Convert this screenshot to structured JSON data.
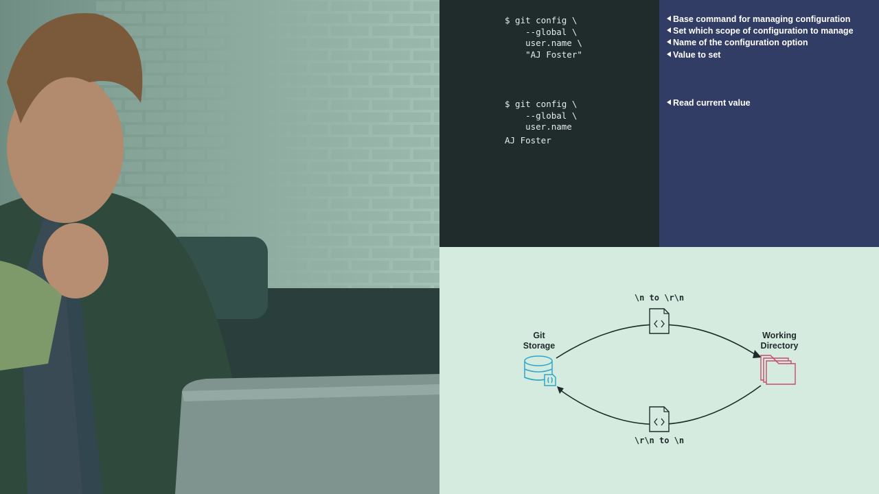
{
  "code_panel": {
    "set_command": "$ git config \\\n    --global \\\n    user.name \\\n    \"AJ Foster\"",
    "get_command": "$ git config \\\n    --global \\\n    user.name",
    "get_output": "AJ Foster"
  },
  "notes": {
    "base_command": "Base command for managing configuration",
    "scope": "Set which scope of configuration to manage",
    "option_name": "Name of the configuration option",
    "value": "Value to set",
    "read": "Read current value"
  },
  "diagram": {
    "git_storage_line1": "Git",
    "git_storage_line2": "Storage",
    "working_dir_line1": "Working",
    "working_dir_line2": "Directory",
    "top_conversion": "\\n to \\r\\n",
    "bottom_conversion": "\\r\\n to \\n"
  },
  "colors": {
    "storage": "#2aa7c9",
    "working_directory": "#c8496b",
    "code_bg": "#1f2c2b",
    "notes_bg": "#313d64",
    "diagram_bg": "#d6ebe0"
  }
}
